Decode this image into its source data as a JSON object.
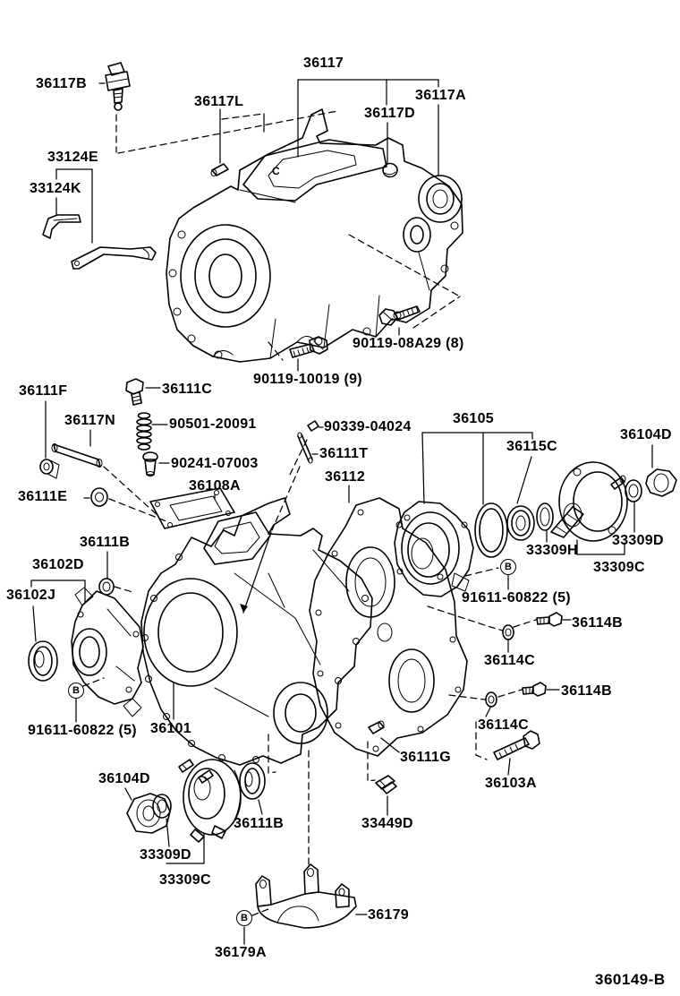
{
  "figure": {
    "code": "360149-B",
    "callout_letter": "B",
    "case_mark": "C",
    "ink_color": "#000000",
    "background_color": "#ffffff",
    "description": "Transfer case and extension housing exploded parts diagram"
  },
  "labels": [
    {
      "text": "36117B"
    },
    {
      "text": "36117"
    },
    {
      "text": "36117L"
    },
    {
      "text": "36117A"
    },
    {
      "text": "36117D"
    },
    {
      "text": "33124E"
    },
    {
      "text": "33124K"
    },
    {
      "text": "90119-08A29 (8)"
    },
    {
      "text": "90119-10019 (9)"
    },
    {
      "text": "36111F"
    },
    {
      "text": "36111C"
    },
    {
      "text": "36117N"
    },
    {
      "text": "90501-20091"
    },
    {
      "text": "90339-04024"
    },
    {
      "text": "36105"
    },
    {
      "text": "36104D"
    },
    {
      "text": "36115C"
    },
    {
      "text": "36111T"
    },
    {
      "text": "90241-07003"
    },
    {
      "text": "36112"
    },
    {
      "text": "36108A"
    },
    {
      "text": "36111E"
    },
    {
      "text": "36111B"
    },
    {
      "text": "33309D"
    },
    {
      "text": "36102D"
    },
    {
      "text": "33309H"
    },
    {
      "text": "36102J"
    },
    {
      "text": "33309C"
    },
    {
      "text": "91611-60822 (5)"
    },
    {
      "text": "36114B"
    },
    {
      "text": "36114C"
    },
    {
      "text": "36114B"
    },
    {
      "text": "36114C"
    },
    {
      "text": "91611-60822 (5)"
    },
    {
      "text": "36101"
    },
    {
      "text": "36111G"
    },
    {
      "text": "36103A"
    },
    {
      "text": "36104D"
    },
    {
      "text": "36111B"
    },
    {
      "text": "33449D"
    },
    {
      "text": "33309D"
    },
    {
      "text": "33309C"
    },
    {
      "text": "36179"
    },
    {
      "text": "36179A"
    }
  ]
}
